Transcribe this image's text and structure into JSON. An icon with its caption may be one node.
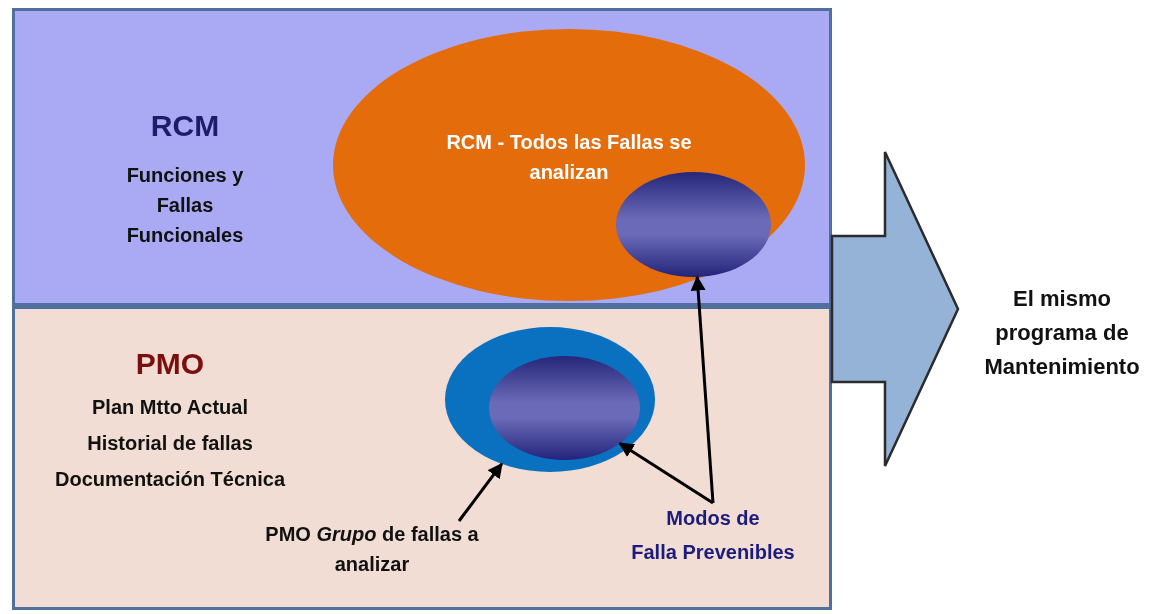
{
  "diagram": {
    "nodes": [
      {
        "text": [
          "RCM",
          "Funciones y Fallas Funcionales"
        ]
      },
      {
        "text": [
          "RCM - Todos las Fallas se analizan"
        ],
        "in": 0
      },
      {
        "text": [],
        "shape": "circle",
        "in": 1
      },
      {
        "text": [
          "PMO",
          "Plan Mtto Actual",
          "Historial de fallas",
          "Documentación Técnica"
        ]
      },
      {
        "text": [],
        "shape": "circle",
        "in": 3
      },
      {
        "text": [],
        "shape": "circle",
        "in": 4
      },
      {
        "text": [
          "PMO *Grupo* de fallas a analizar"
        ],
        "in": 3
      },
      {
        "text": [
          "Modos de Falla Prevenibles"
        ],
        "in": 3
      },
      {
        "text": [
          "El mismo programa de Mantenimiento"
        ]
      }
    ],
    "edges": [
      {
        "from": 6,
        "to": 4,
        "arrow": "to"
      },
      {
        "from": 7,
        "to": 5,
        "arrow": "to"
      },
      {
        "from": 7,
        "to": 2,
        "arrow": "to"
      },
      {
        "from": 0,
        "to": 8,
        "arrow": "to",
        "style": "thick"
      },
      {
        "from": 3,
        "to": 8,
        "arrow": "to",
        "style": "thick"
      }
    ]
  }
}
